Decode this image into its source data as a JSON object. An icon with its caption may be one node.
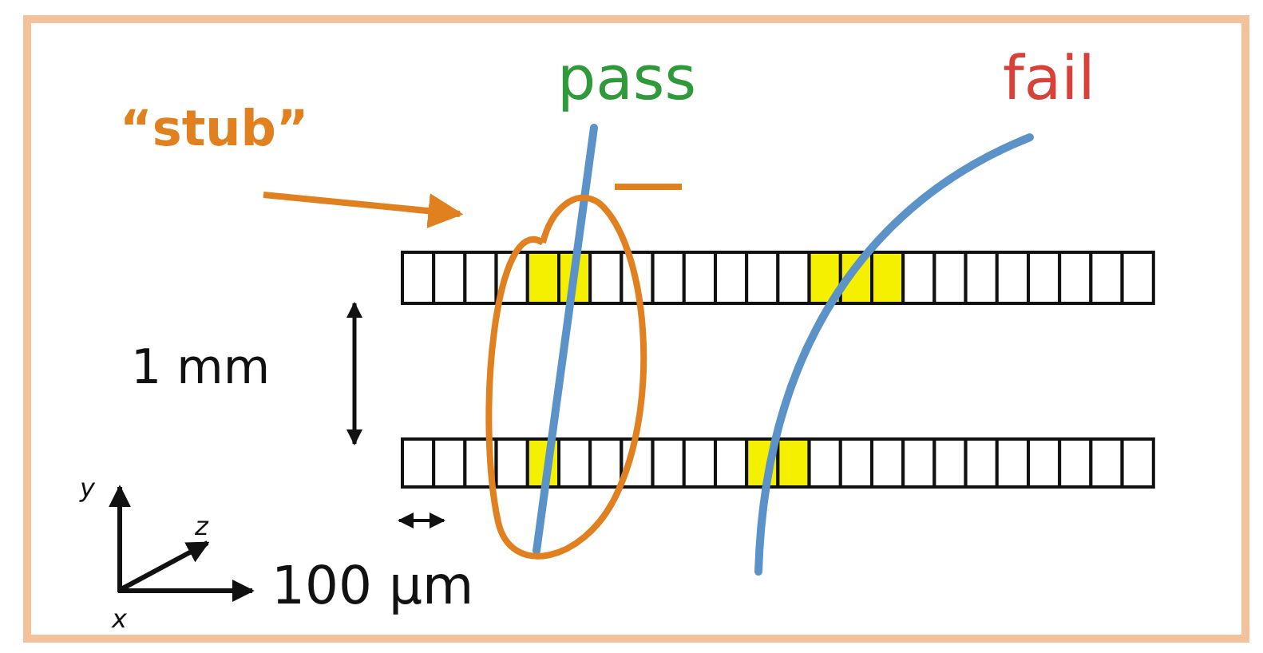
{
  "diagram": {
    "nodes": [
      {
        "text": [
          "“stub”"
        ]
      },
      {
        "text": [],
        "shape": "circle"
      }
    ],
    "edges": [
      {
        "from": 0,
        "to": 1,
        "arrow": "to"
      }
    ],
    "labels": [
      "pass",
      "fail",
      "1 mm",
      "y",
      "z",
      "x",
      "100 μm"
    ]
  }
}
